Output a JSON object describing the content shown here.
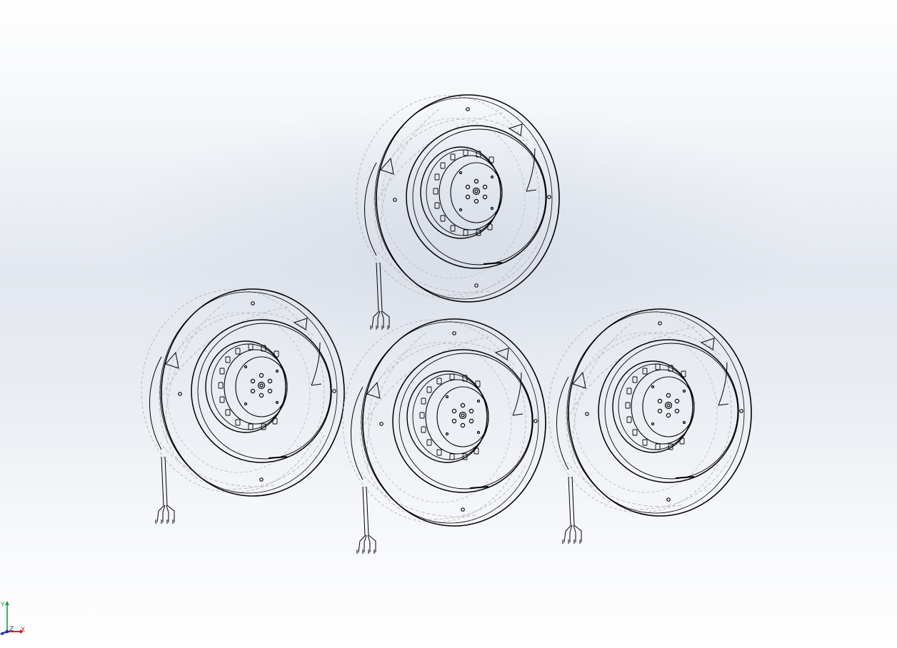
{
  "viewport": {
    "background_top": "#ffffff",
    "background_mid": "#e3e7ef",
    "line_color": "#000000",
    "hidden_line_color": "#b8b8b8"
  },
  "model": {
    "fans": [
      {
        "id": "fan-top"
      },
      {
        "id": "fan-left"
      },
      {
        "id": "fan-middle"
      },
      {
        "id": "fan-right"
      }
    ]
  },
  "triad": {
    "x_label": "X",
    "y_label": "Y",
    "z_label": "Z",
    "x_color": "#d22020",
    "y_color": "#1f9a2c",
    "z_color": "#1c2fb8"
  }
}
